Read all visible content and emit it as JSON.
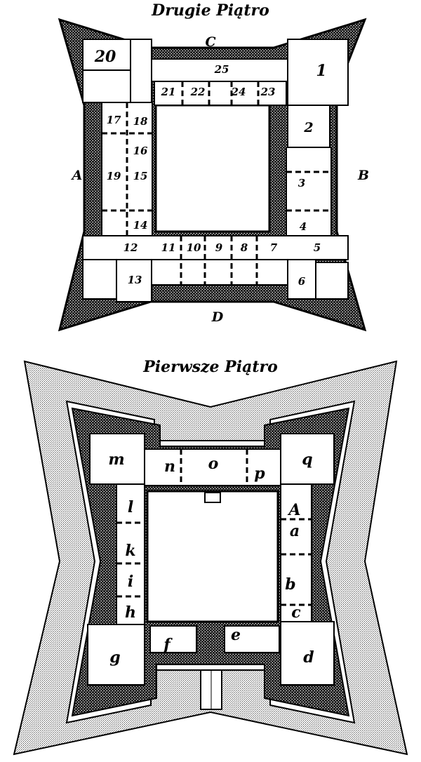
{
  "upper_floor": {
    "title": "Drugie Piątro",
    "wings": [
      "A",
      "B",
      "C",
      "D"
    ],
    "rooms": [
      "1",
      "2",
      "3",
      "4",
      "5",
      "6",
      "7",
      "8",
      "9",
      "10",
      "11",
      "12",
      "13",
      "14",
      "15",
      "16",
      "17",
      "18",
      "19",
      "20",
      "21",
      "22",
      "23",
      "24",
      "25"
    ]
  },
  "lower_floor": {
    "title": "Pierwsze Piątro",
    "rooms": [
      "m",
      "n",
      "o",
      "p",
      "q",
      "l",
      "k",
      "i",
      "h",
      "g",
      "f",
      "e",
      "d",
      "c",
      "b",
      "a",
      "A"
    ]
  },
  "colors": {
    "wall": "#000000",
    "stipple": "#bdbdbd",
    "room": "#ffffff"
  }
}
